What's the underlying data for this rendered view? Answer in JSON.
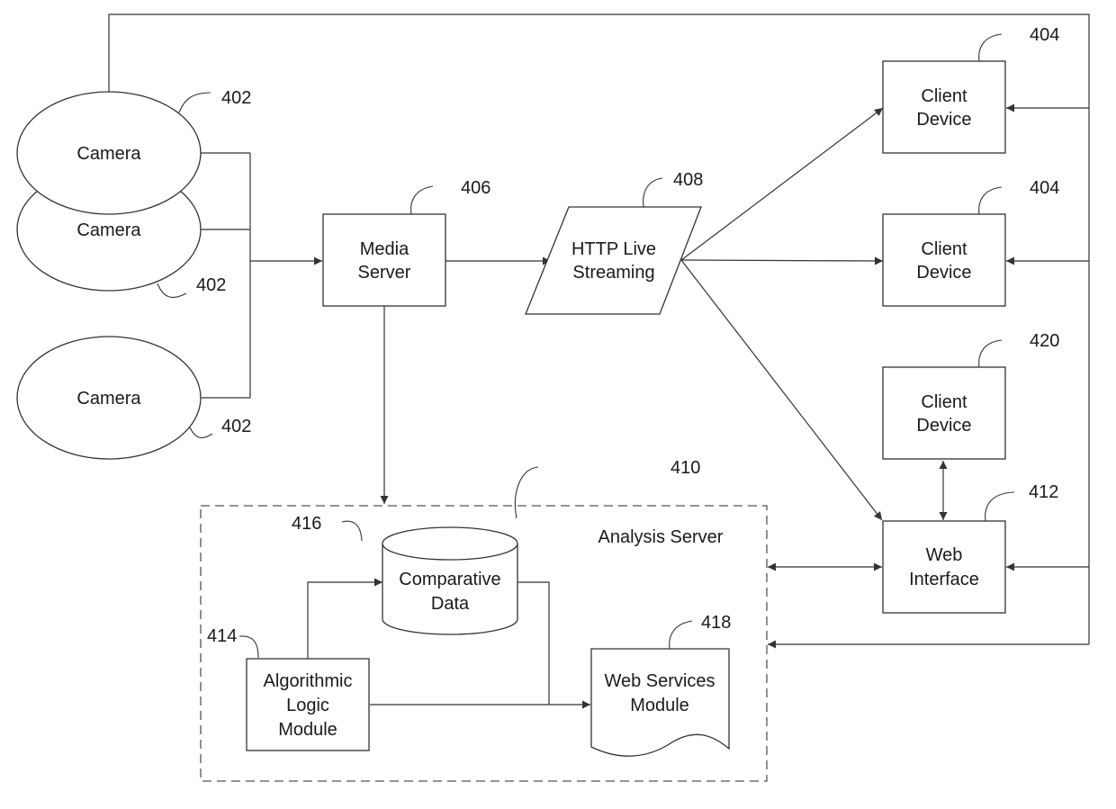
{
  "diagram": {
    "nodes": {
      "camera_1": {
        "lines": [
          "Camera"
        ],
        "ref": "402"
      },
      "camera_2": {
        "lines": [
          "Camera"
        ],
        "ref": "402"
      },
      "camera_3": {
        "lines": [
          "Camera"
        ],
        "ref": "402"
      },
      "media_server": {
        "lines": [
          "Media",
          "Server"
        ],
        "ref": "406"
      },
      "hls": {
        "lines": [
          "HTTP Live",
          "Streaming"
        ],
        "ref": "408"
      },
      "client_1": {
        "lines": [
          "Client",
          "Device"
        ],
        "ref": "404"
      },
      "client_2": {
        "lines": [
          "Client",
          "Device"
        ],
        "ref": "404"
      },
      "client_3": {
        "lines": [
          "Client",
          "Device"
        ],
        "ref": "420"
      },
      "web_interface": {
        "lines": [
          "Web",
          "Interface"
        ],
        "ref": "412"
      },
      "analysis_server": {
        "lines": [
          "Analysis Server"
        ],
        "ref": "410"
      },
      "comparative_data": {
        "lines": [
          "Comparative",
          "Data"
        ],
        "ref": "416"
      },
      "algorithmic_logic": {
        "lines": [
          "Algorithmic",
          "Logic",
          "Module"
        ],
        "ref": "414"
      },
      "web_services": {
        "lines": [
          "Web Services",
          "Module"
        ],
        "ref": "418"
      }
    },
    "edges": [
      {
        "from": "cameras",
        "to": "media_server",
        "type": "arrow"
      },
      {
        "from": "media_server",
        "to": "hls",
        "type": "arrow"
      },
      {
        "from": "media_server",
        "to": "analysis_server",
        "type": "arrow"
      },
      {
        "from": "hls",
        "to": "client_1",
        "type": "arrow"
      },
      {
        "from": "hls",
        "to": "client_2",
        "type": "arrow"
      },
      {
        "from": "hls",
        "to": "web_interface",
        "type": "arrow"
      },
      {
        "from": "client_3",
        "to": "web_interface",
        "type": "bidirectional"
      },
      {
        "from": "web_interface",
        "to": "analysis_server",
        "type": "bidirectional"
      },
      {
        "from": "camera_1",
        "to": "client_1",
        "type": "arrow"
      },
      {
        "from": "camera_1",
        "to": "client_2",
        "type": "arrow"
      },
      {
        "from": "camera_1",
        "to": "web_interface",
        "type": "arrow"
      },
      {
        "from": "camera_1",
        "to": "analysis_server",
        "type": "arrow"
      },
      {
        "from": "algorithmic_logic",
        "to": "comparative_data",
        "type": "arrow"
      },
      {
        "from": "algorithmic_logic",
        "to": "web_services",
        "type": "arrow"
      },
      {
        "from": "comparative_data",
        "to": "web_services",
        "type": "arrow"
      }
    ]
  }
}
